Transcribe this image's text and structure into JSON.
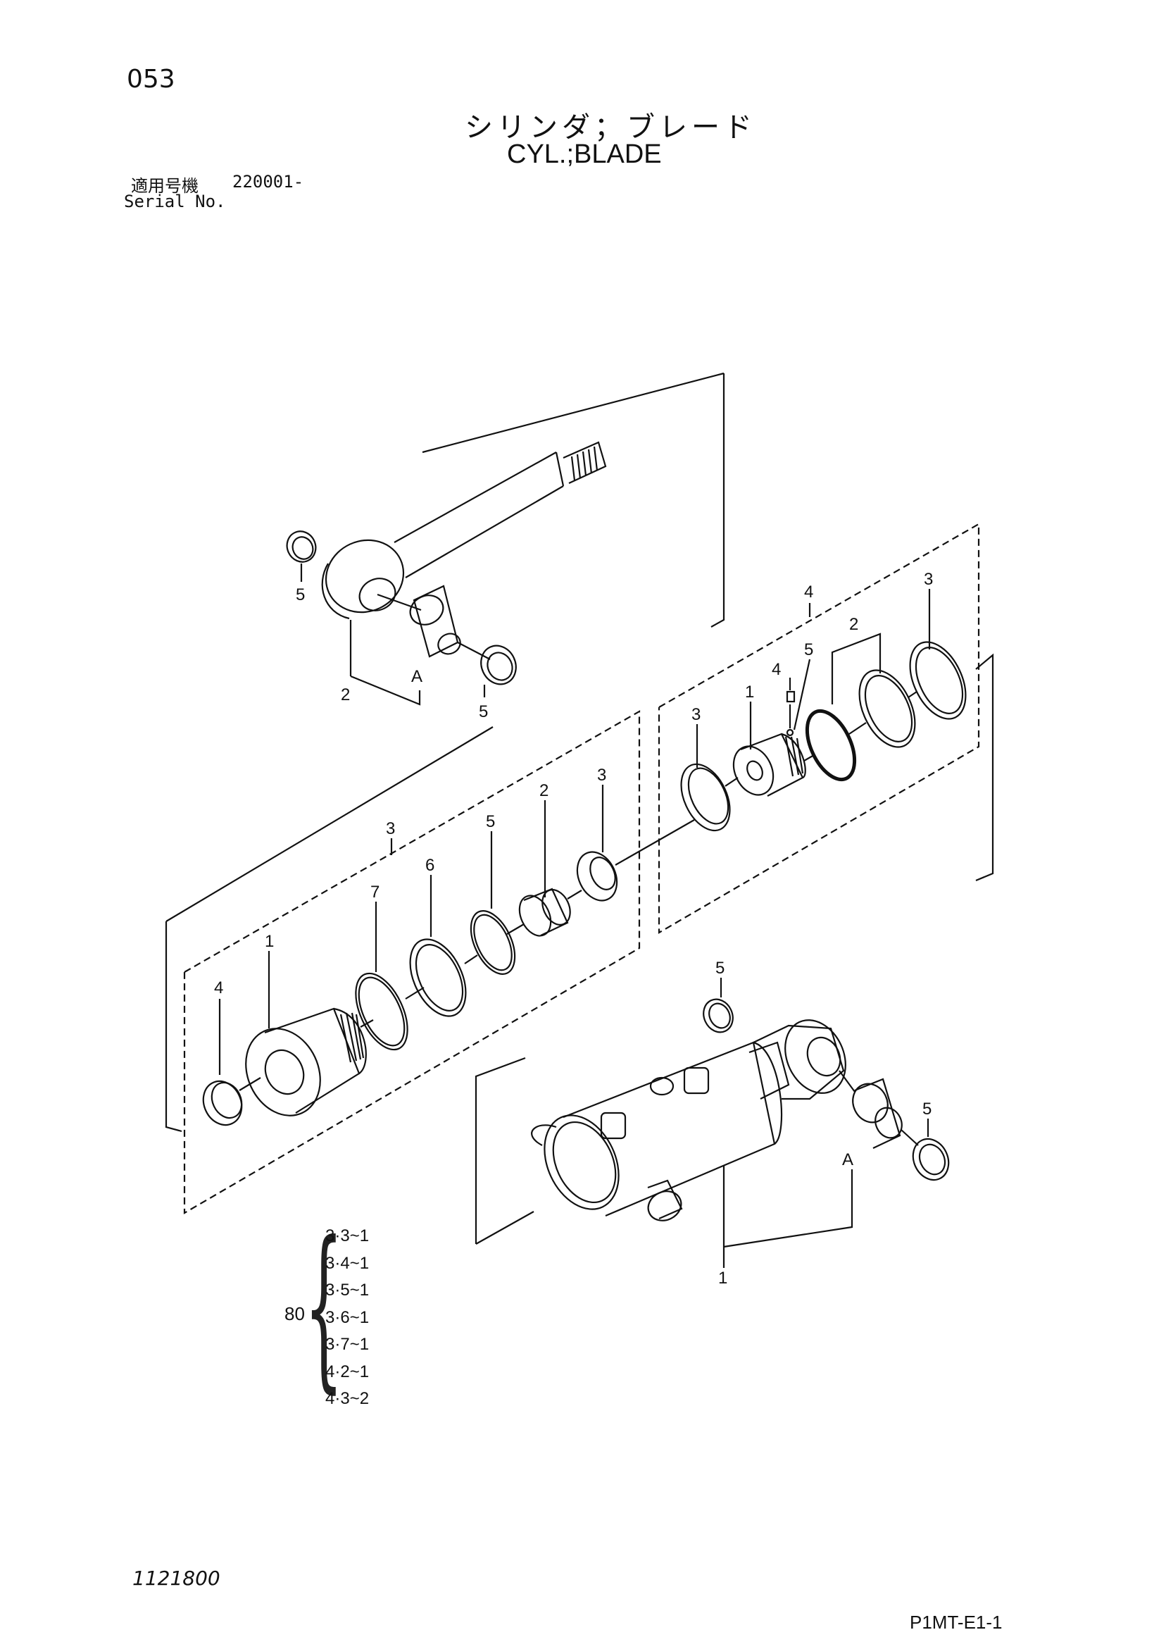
{
  "header": {
    "page_number": "053",
    "title_jp": "シリンダ；ブレード",
    "title_en": "CYL.;BLADE",
    "serial_label_jp": "適用号機",
    "serial_value": "220001-",
    "serial_label_en": "Serial No."
  },
  "labels": {
    "rod_ring_left": "5",
    "rod_bracket": "2",
    "rod_bushing": "A",
    "rod_ring_right": "5",
    "head_assembly": "3",
    "head_dust_seal": "4",
    "head_body": "1",
    "head_oring": "7",
    "head_backup": "6",
    "head_ring": "5",
    "head_bushing": "2",
    "head_seal": "3",
    "piston_assembly": "4",
    "piston_ring_left": "3",
    "piston_body": "1",
    "piston_screw": "4",
    "piston_ball": "5",
    "piston_seal_group": "2",
    "piston_ring_right": "3",
    "tube_ring_top": "5",
    "tube_ring_right": "5",
    "tube_bushing": "A",
    "tube_body": "1"
  },
  "seal_kit": {
    "quantity": "80",
    "items": [
      "3·3~1",
      "3·4~1",
      "3·5~1",
      "3·6~1",
      "3·7~1",
      "4·2~1",
      "4·3~2"
    ]
  },
  "footer": {
    "drawing_code": "1121800",
    "page_code": "P1MT-E1-1"
  }
}
